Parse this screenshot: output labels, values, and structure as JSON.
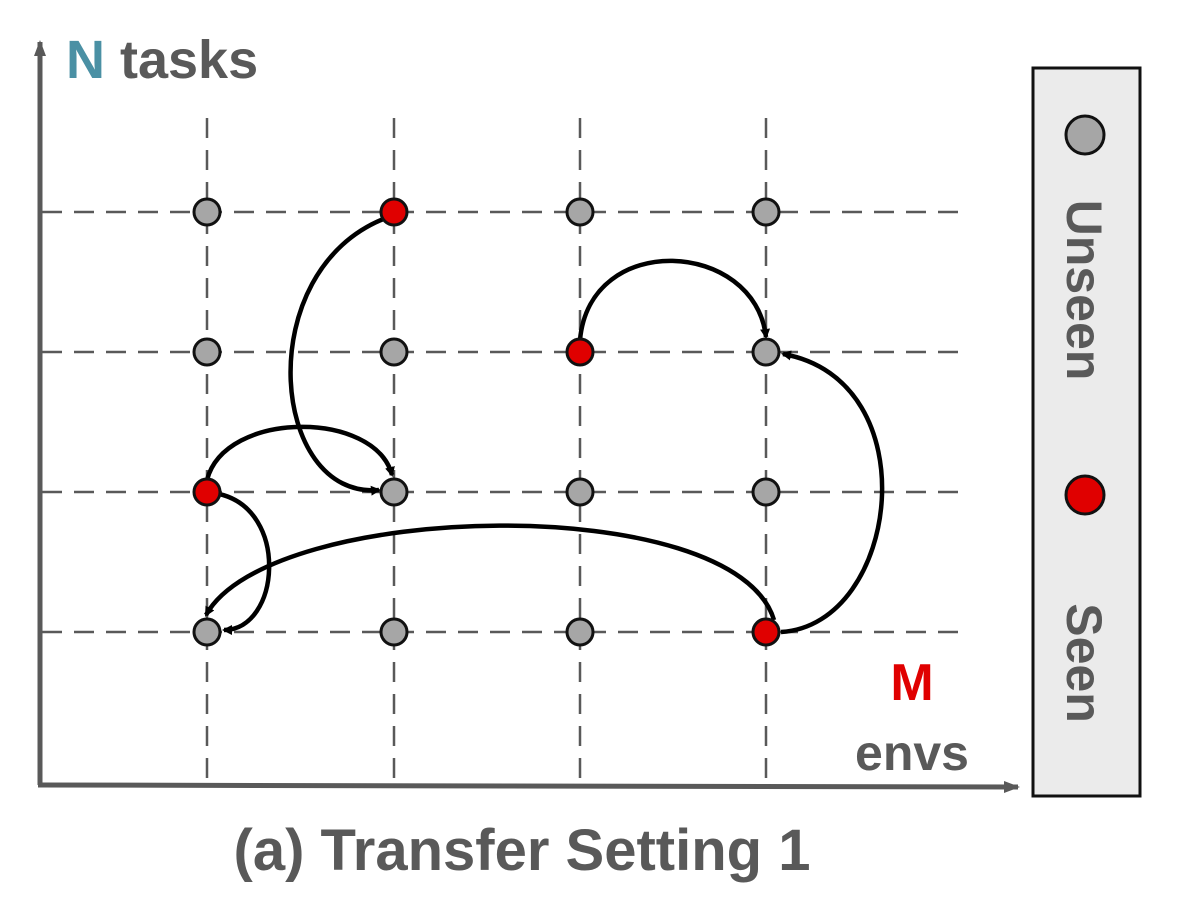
{
  "axes": {
    "y_label_n": "N",
    "y_label_rest": " tasks",
    "x_label_m": "M",
    "x_label_rest": "envs"
  },
  "caption": "(a) Transfer Setting 1",
  "legend": {
    "unseen_label": "Unseen",
    "seen_label": "Seen"
  },
  "grid": {
    "columns": 4,
    "rows": 4,
    "nodes": [
      {
        "row": 1,
        "col": 1,
        "status": "unseen"
      },
      {
        "row": 1,
        "col": 2,
        "status": "seen"
      },
      {
        "row": 1,
        "col": 3,
        "status": "unseen"
      },
      {
        "row": 1,
        "col": 4,
        "status": "unseen"
      },
      {
        "row": 2,
        "col": 1,
        "status": "unseen"
      },
      {
        "row": 2,
        "col": 2,
        "status": "unseen"
      },
      {
        "row": 2,
        "col": 3,
        "status": "seen"
      },
      {
        "row": 2,
        "col": 4,
        "status": "unseen"
      },
      {
        "row": 3,
        "col": 1,
        "status": "seen"
      },
      {
        "row": 3,
        "col": 2,
        "status": "unseen"
      },
      {
        "row": 3,
        "col": 3,
        "status": "unseen"
      },
      {
        "row": 3,
        "col": 4,
        "status": "unseen"
      },
      {
        "row": 4,
        "col": 1,
        "status": "unseen"
      },
      {
        "row": 4,
        "col": 2,
        "status": "unseen"
      },
      {
        "row": 4,
        "col": 3,
        "status": "unseen"
      },
      {
        "row": 4,
        "col": 4,
        "status": "seen"
      }
    ]
  },
  "edges": [
    {
      "from": [
        1,
        2
      ],
      "to": [
        3,
        2
      ]
    },
    {
      "from": [
        2,
        3
      ],
      "to": [
        2,
        4
      ]
    },
    {
      "from": [
        4,
        4
      ],
      "to": [
        2,
        4
      ]
    },
    {
      "from": [
        3,
        1
      ],
      "to": [
        3,
        2
      ]
    },
    {
      "from": [
        3,
        1
      ],
      "to": [
        4,
        1
      ]
    },
    {
      "from": [
        4,
        4
      ],
      "to": [
        4,
        1
      ]
    }
  ],
  "colors": {
    "axis": "#595959",
    "grid_line": "#595959",
    "n_letter": "#4a90a4",
    "label_gray": "#595959",
    "m_letter": "#e00000",
    "seen_fill": "#e00000",
    "unseen_fill": "#a6a6a6",
    "node_stroke": "#111111",
    "arrow": "#000000",
    "legend_bg": "#ebebeb",
    "legend_border": "#111111"
  },
  "icons": {
    "seen": "red-circle-icon",
    "unseen": "gray-circle-icon"
  }
}
